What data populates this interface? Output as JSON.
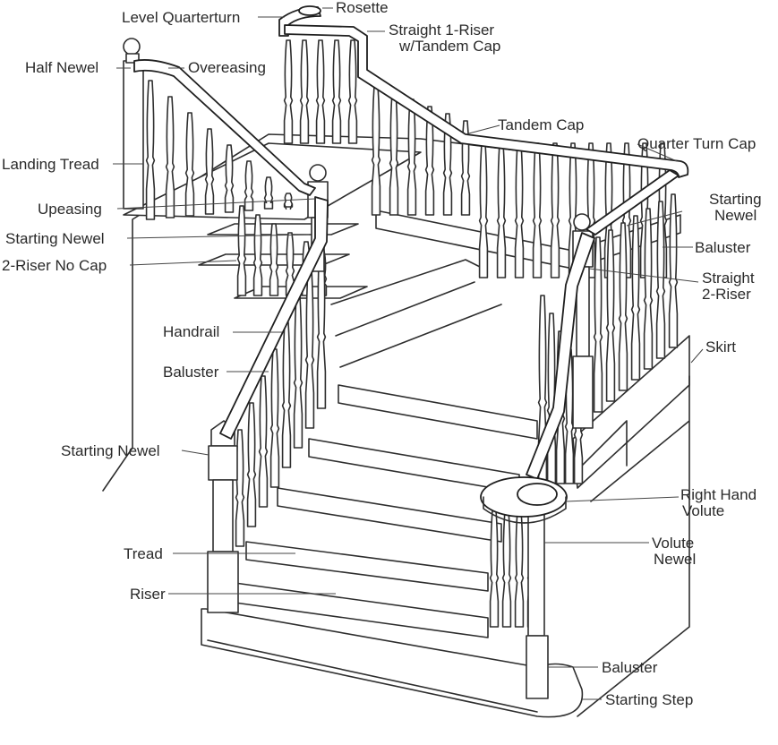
{
  "labels": {
    "level_quarterturn": "Level Quarterturn",
    "rosette": "Rosette",
    "straight_1_riser_line1": "Straight 1-Riser",
    "straight_1_riser_line2": "w/Tandem Cap",
    "half_newel": "Half Newel",
    "overeasing": "Overeasing",
    "tandem_cap": "Tandem Cap",
    "quarter_turn_cap": "Quarter Turn Cap",
    "landing_tread": "Landing Tread",
    "starting_newel_right_line1": "Starting",
    "starting_newel_right_line2": "Newel",
    "upeasing": "Upeasing",
    "baluster_right": "Baluster",
    "starting_newel_left": "Starting Newel",
    "straight_2_riser_line1": "Straight",
    "straight_2_riser_line2": "2-Riser",
    "two_riser_no_cap": "2-Riser No Cap",
    "skirt": "Skirt",
    "handrail": "Handrail",
    "baluster_mid": "Baluster",
    "starting_newel_lower": "Starting Newel",
    "right_hand_volute_line1": "Right Hand",
    "right_hand_volute_line2": "Volute",
    "volute_newel_line1": "Volute",
    "volute_newel_line2": "Newel",
    "tread": "Tread",
    "riser": "Riser",
    "baluster_bottom": "Baluster",
    "starting_step": "Starting Step"
  }
}
